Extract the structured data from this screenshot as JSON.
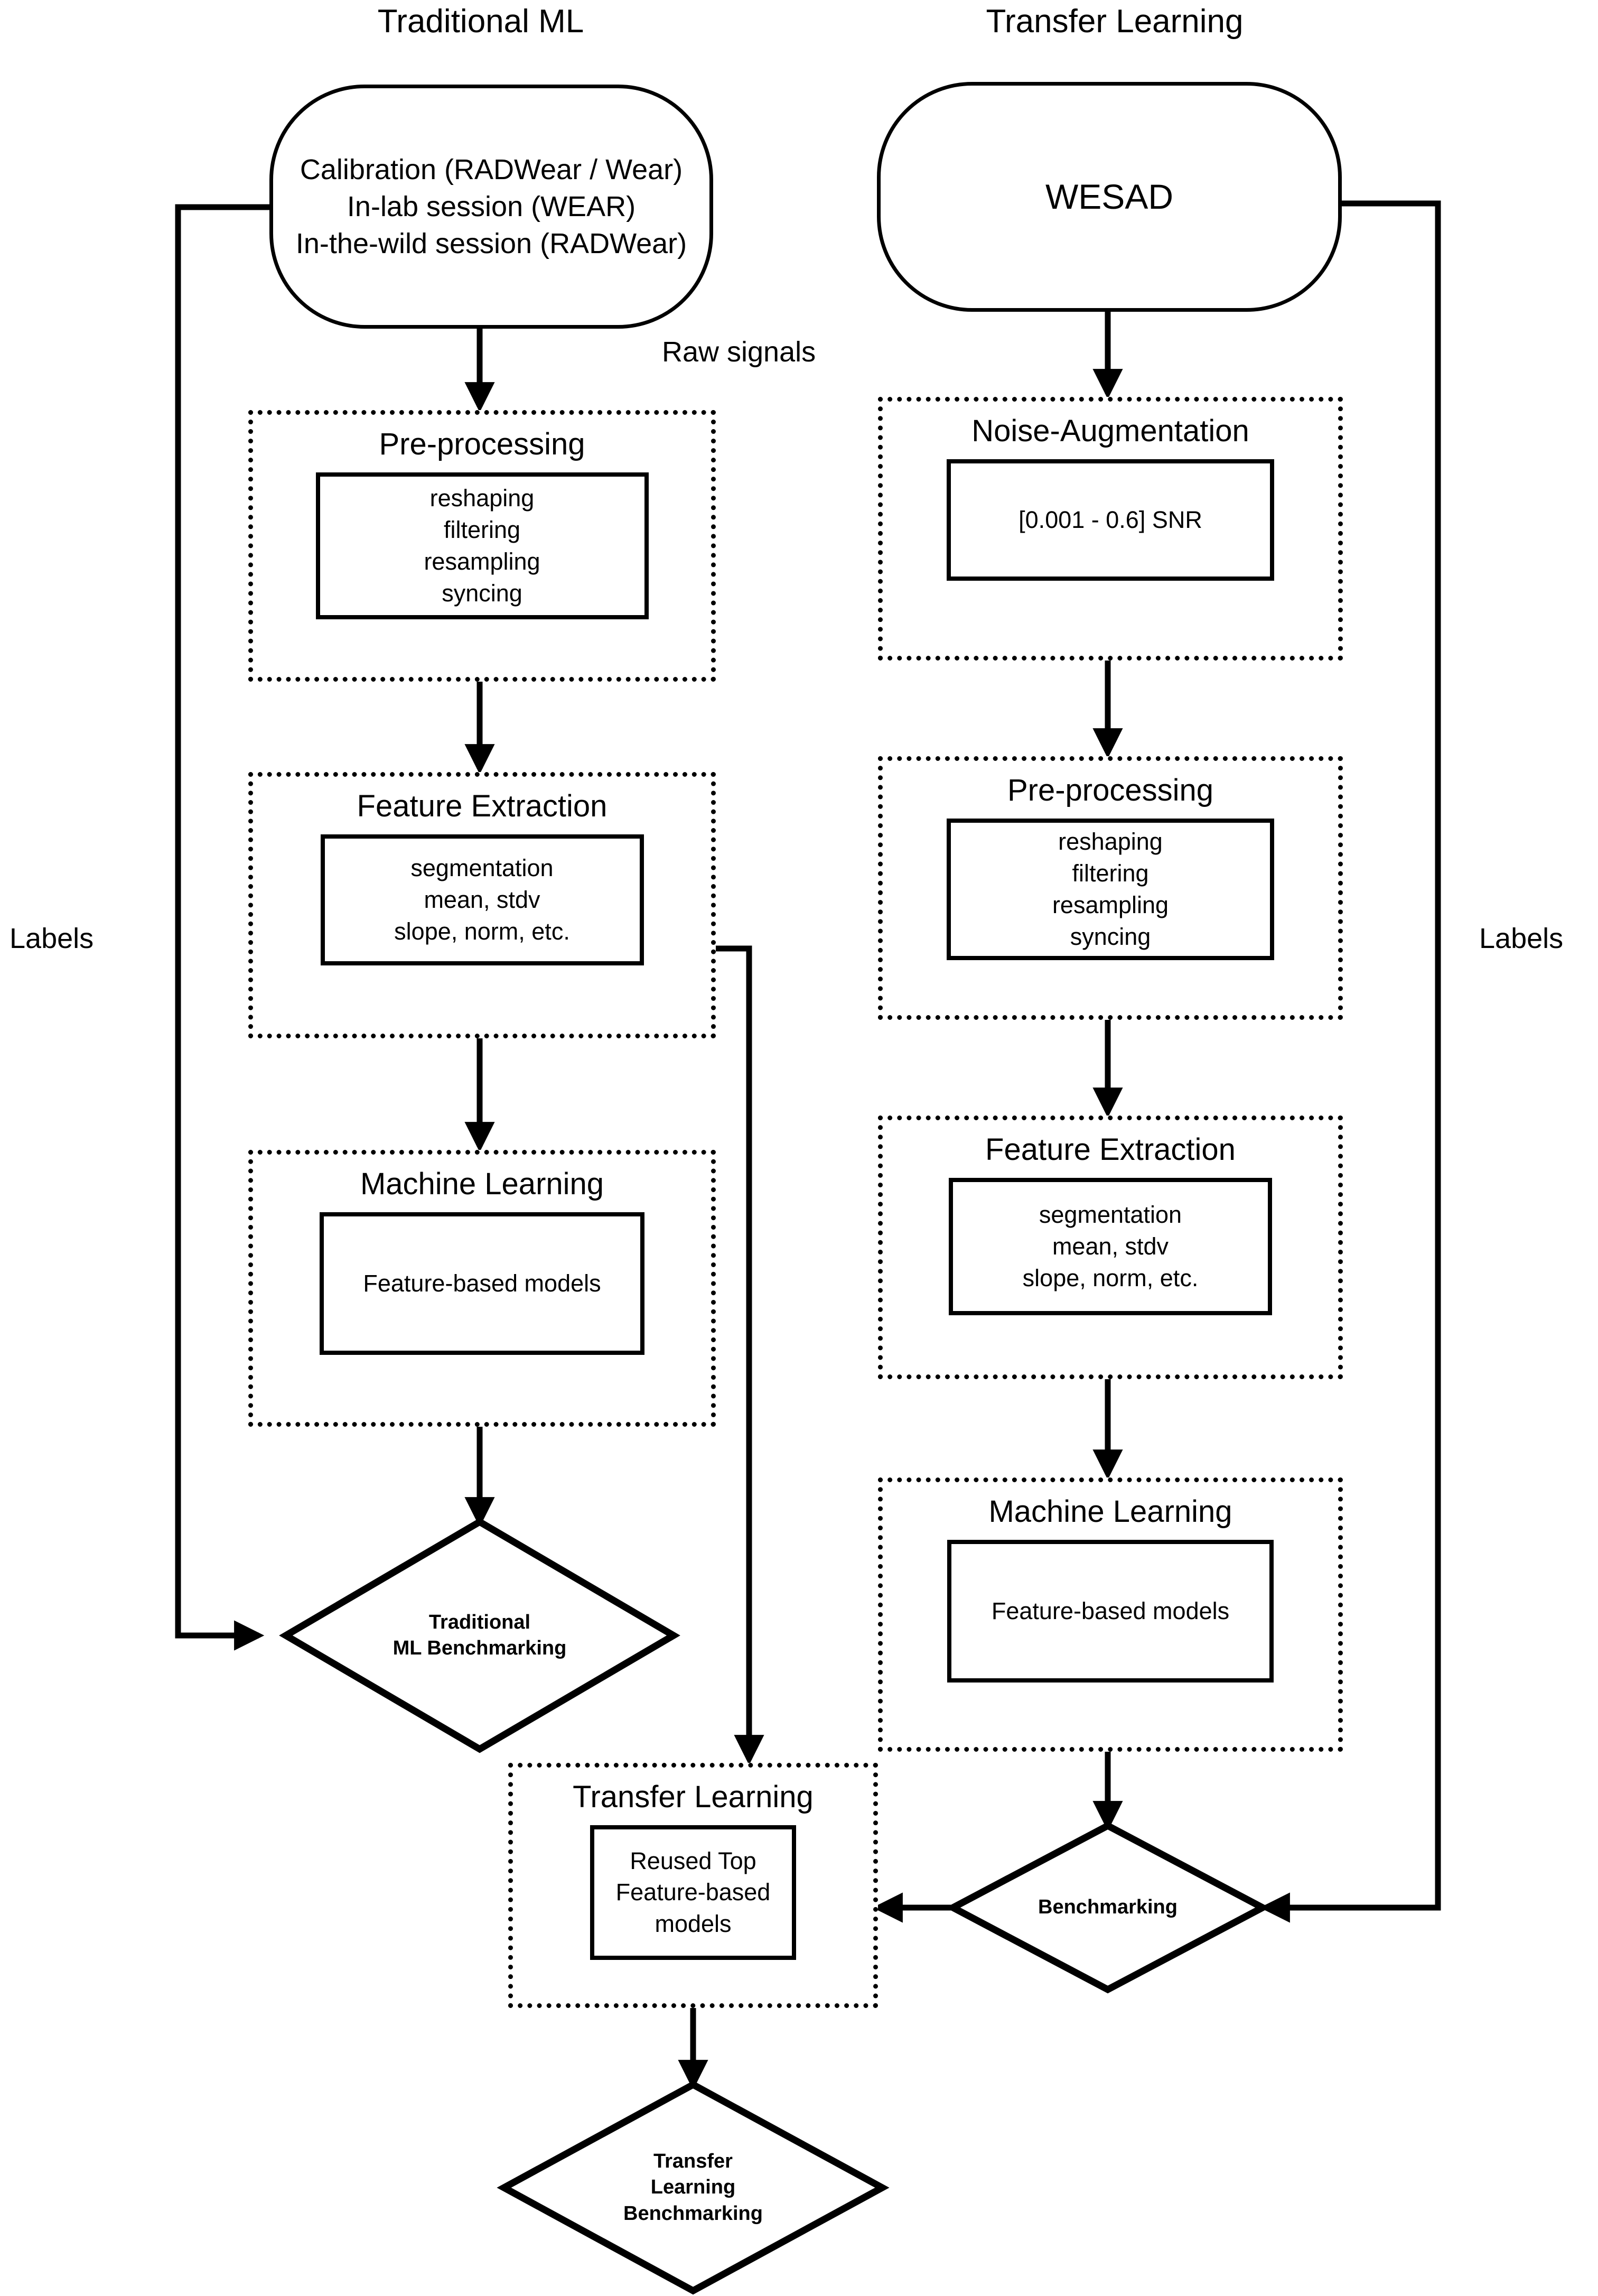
{
  "columns": {
    "left_title": "Traditional ML",
    "right_title": "Transfer Learning"
  },
  "edge_labels": {
    "raw_signals": "Raw signals",
    "labels_left": "Labels",
    "labels_right": "Labels"
  },
  "left_pipeline": {
    "source": {
      "line1": "Calibration (RADWear / Wear)",
      "line2": "In-lab session (WEAR)",
      "line3": "In-the-wild session (RADWear)"
    },
    "preprocessing": {
      "title": "Pre-processing",
      "items": "reshaping\nfiltering\nresampling\nsyncing"
    },
    "feature_extraction": {
      "title": "Feature Extraction",
      "items": "segmentation\nmean, stdv\nslope, norm, etc."
    },
    "machine_learning": {
      "title": "Machine Learning",
      "items": "Feature-based models"
    },
    "benchmark": "Traditional\nML Benchmarking"
  },
  "right_pipeline": {
    "source": "WESAD",
    "noise_augmentation": {
      "title": "Noise-Augmentation",
      "items": "[0.001 - 0.6] SNR"
    },
    "preprocessing": {
      "title": "Pre-processing",
      "items": "reshaping\nfiltering\nresampling\nsyncing"
    },
    "feature_extraction": {
      "title": "Feature Extraction",
      "items": "segmentation\nmean, stdv\nslope, norm, etc."
    },
    "machine_learning": {
      "title": "Machine Learning",
      "items": "Feature-based models"
    },
    "benchmark": "Benchmarking"
  },
  "center_pipeline": {
    "transfer_learning": {
      "title": "Transfer Learning",
      "items": "Reused Top\nFeature-based\nmodels"
    },
    "benchmark": "Transfer\nLearning\nBenchmarking"
  },
  "colors": {
    "stroke": "#000000",
    "background": "#ffffff"
  }
}
